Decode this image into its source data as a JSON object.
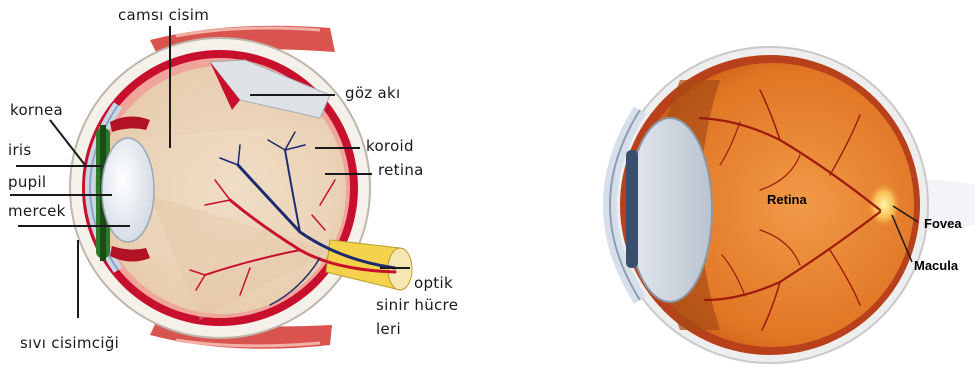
{
  "left_diagram": {
    "labels": {
      "vitreous": "camsı cisim",
      "sclera": "göz akı",
      "cornea": "kornea",
      "iris": "iris",
      "pupil": "pupil",
      "lens": "mercek",
      "choroid": "koroid",
      "retina": "retina",
      "optic_line1": "optik",
      "optic_line2": "sinir hücre",
      "optic_line3": "leri",
      "aqueous": "sıvı cisimciği"
    }
  },
  "right_diagram": {
    "labels": {
      "retina": "Retina",
      "fovea": "Fovea",
      "macula": "Macula"
    }
  },
  "colors": {
    "vessel_red": "#c8102e",
    "vessel_blue": "#1c2a6e",
    "retina_orange": "#e2802b",
    "sclera_white": "#f2eee6"
  }
}
